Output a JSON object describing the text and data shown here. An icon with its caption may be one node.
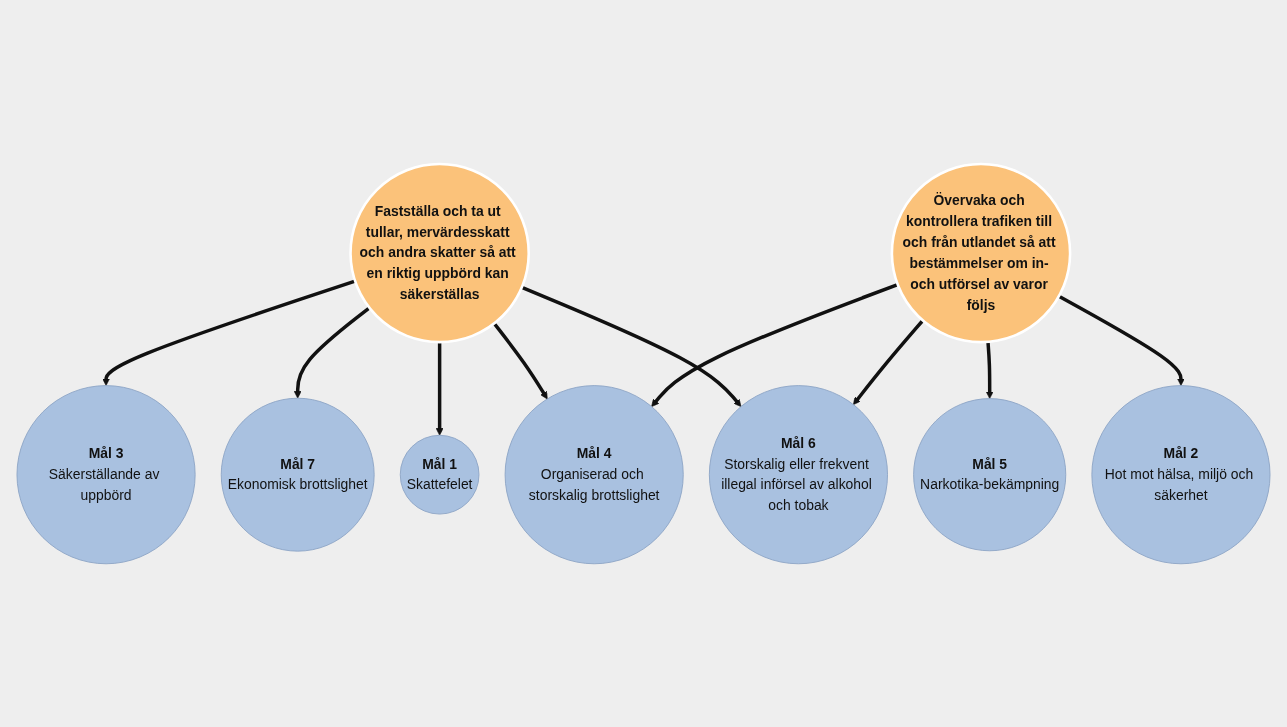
{
  "diagram": {
    "nodes": [
      {
        "text": [
          "Fastställa och ta ut tullar, mervärdesskatt och andra skatter så att en riktig uppbörd kan säkerställas"
        ]
      },
      {
        "text": [
          "Övervaka och kontrollera trafiken till och från utlandet så att bestämmelser om in- och utförsel av varor följs"
        ]
      },
      {
        "text": [
          "Mål 4",
          "Organiserad och storskalig brottslighet"
        ]
      },
      {
        "text": [
          "Mål 3",
          "Säkerställande av uppbörd"
        ]
      },
      {
        "text": [
          "Mål 7",
          "Ekonomisk brottslighet"
        ]
      },
      {
        "text": [
          "Mål 1",
          "Skattefelet"
        ]
      },
      {
        "text": [
          "Mål 6",
          "Storskalig eller frekvent illegal införsel av alkohol och tobak"
        ]
      },
      {
        "text": [
          "Mål 5",
          "Narkotika-bekämpning"
        ]
      },
      {
        "text": [
          "Mål 2",
          "Hot mot hälsa, miljö och säkerhet"
        ]
      }
    ],
    "edges": [
      {
        "from": 0,
        "to": 3,
        "arrow": "to"
      },
      {
        "from": 0,
        "to": 4,
        "arrow": "to"
      },
      {
        "from": 0,
        "to": 5,
        "arrow": "to"
      },
      {
        "from": 0,
        "to": 2,
        "arrow": "to"
      },
      {
        "from": 0,
        "to": 6,
        "arrow": "to"
      },
      {
        "from": 1,
        "to": 2,
        "arrow": "to"
      },
      {
        "from": 1,
        "to": 6,
        "arrow": "to"
      },
      {
        "from": 1,
        "to": 7,
        "arrow": "to"
      },
      {
        "from": 1,
        "to": 8,
        "arrow": "to"
      }
    ]
  }
}
